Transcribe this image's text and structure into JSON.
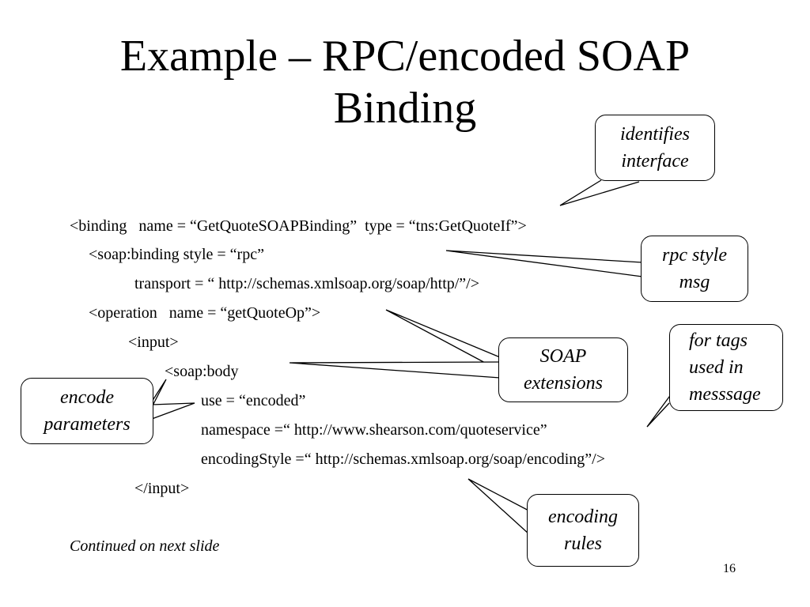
{
  "title": {
    "line1": "Example – RPC/encoded SOAP",
    "line2": "Binding"
  },
  "code": {
    "line1": "<binding   name = “GetQuoteSOAPBinding”  type = “tns:GetQuoteIf”>",
    "line2": "<soap:binding style = “rpc”",
    "line3": "transport = “ http://schemas.xmlsoap.org/soap/http/”/>",
    "line4": "<operation   name = “getQuoteOp”>",
    "line5": "<input>",
    "line6": "<soap:body",
    "line7": "use = “encoded”",
    "line8": "namespace =“ http://www.shearson.com/quoteservice”",
    "line9": "encodingStyle =“ http://schemas.xmlsoap.org/soap/encoding”/>",
    "line10": "</input>"
  },
  "callouts": {
    "identifies_interface": [
      "identifies",
      "interface"
    ],
    "rpc_style_msg": [
      "rpc style",
      "msg"
    ],
    "soap_extensions": [
      "SOAP",
      "extensions"
    ],
    "for_tags": [
      "for tags",
      "used in",
      "messsage"
    ],
    "encode_parameters": [
      "encode",
      "parameters"
    ],
    "encoding_rules": [
      "encoding",
      "rules"
    ]
  },
  "footer_note": "Continued on next slide",
  "page_number": "16"
}
